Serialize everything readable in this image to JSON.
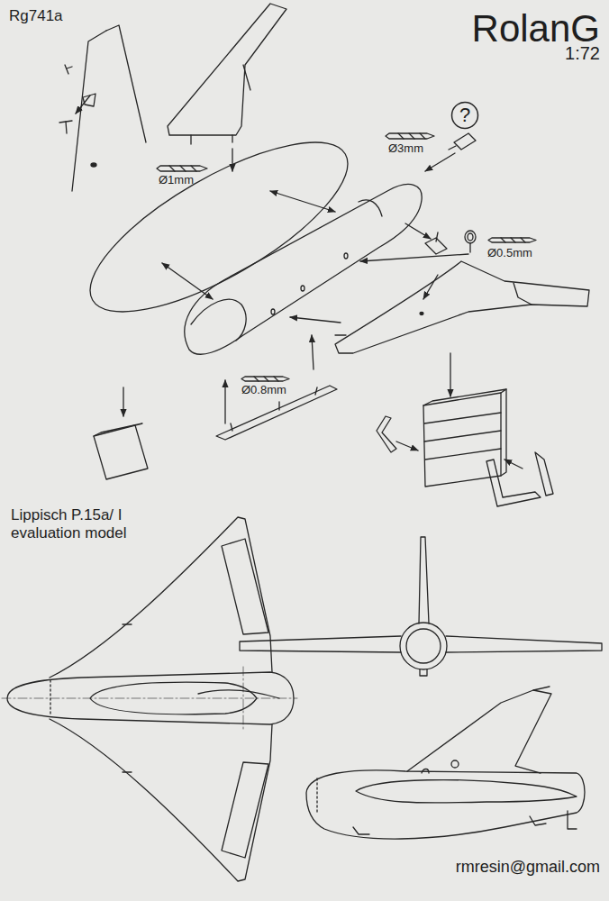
{
  "diagram": {
    "nodes": [
      {
        "text": [
          "?"
        ]
      }
    ],
    "edges": [],
    "labels": [
      "Rg741a",
      "RolanG",
      "1:72",
      "Ø3mm",
      "Ø1mm",
      "Ø0.5mm",
      "Ø0.8mm",
      "Lippisch P.15a/ I evaluation model",
      "rmresin@gmail.com"
    ]
  }
}
